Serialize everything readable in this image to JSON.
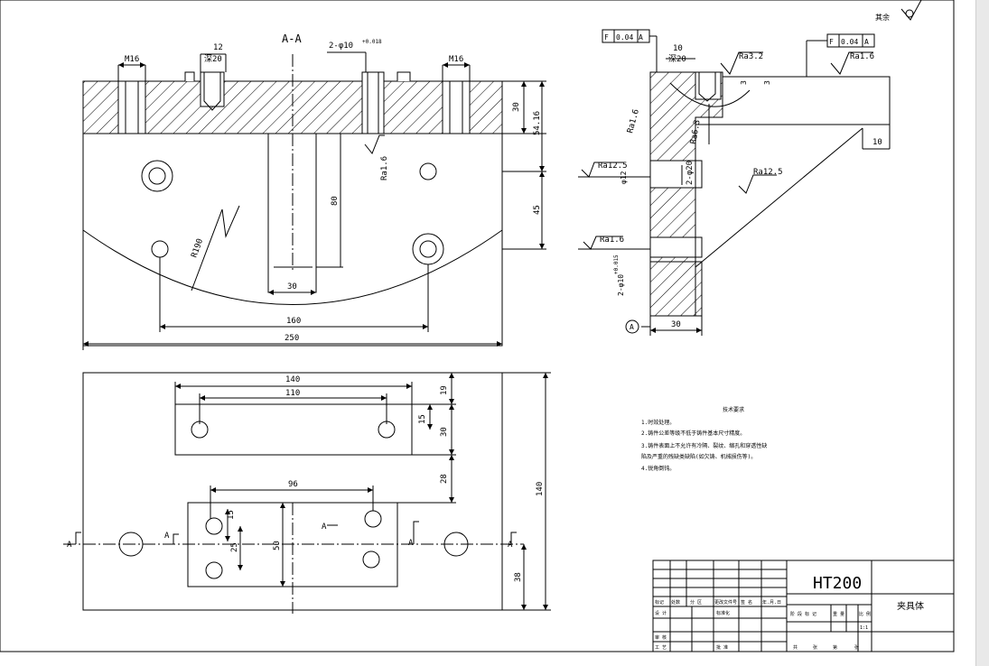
{
  "section_label": "A-A",
  "dims": {
    "m16": "M16",
    "d12": "12",
    "depth20": "深20",
    "hole_2phi10": "2-φ10",
    "tol_018": "+0.018",
    "d30_vert": "30",
    "d5416": "54.16",
    "d45": "45",
    "d80": "80",
    "d30_slot": "30",
    "d160": "160",
    "d250": "250",
    "r190": "R190",
    "ra16": "Ra1.6",
    "d140_top": "140",
    "d110": "110",
    "d19": "19",
    "d15a": "15",
    "d30b": "30",
    "d28": "28",
    "d140_side": "140",
    "d96": "96",
    "d15b": "15",
    "d25": "25",
    "d50": "50",
    "d38": "38",
    "cut_a": "A"
  },
  "side": {
    "ftol1": [
      "F",
      "0.04",
      "A"
    ],
    "ftol2": [
      "F",
      "0.04",
      "A"
    ],
    "d10": "10",
    "depth20": "深20",
    "ra32": "Ra3.2",
    "ra16b": "Ra1.6",
    "ra16c": "Ra1.6",
    "ra63": "Ra6.3",
    "d3a": "3",
    "d3b": "3",
    "d10b": "10",
    "ra125a": "Ra12.5",
    "phi12": "φ12",
    "phi20": "2-φ20",
    "ra125b": "Ra12.5",
    "ra16d": "Ra1.6",
    "phi10b": "2-φ10",
    "tol015": "+0.015",
    "datum": "A",
    "d30": "30",
    "rest": "其余"
  },
  "notes": {
    "title": "技术要求",
    "lines": [
      "1.时效处理。",
      "2.铸件公差等级不低于铸件基本尺寸精度。",
      "3.铸件表面上不允许有冷隔、裂纹、缩孔和穿透性缺",
      "陷及严重的残缺类缺陷(如欠铸、机械损伤等)。",
      "4.锐角倒钝。"
    ]
  },
  "title_block": {
    "material": "HT200",
    "part_name": "夹具体",
    "row_labels": [
      "标记",
      "处数",
      "分 区",
      "更改文件号",
      "签 名",
      "年.月.日"
    ],
    "designer": "设 计",
    "standard": "标准化",
    "review": "审 核",
    "process": "工 艺",
    "approve": "批 准",
    "stage": "阶 段 标 记",
    "weight": "重 量",
    "scale": "比 例",
    "scale_val": "1:1",
    "sheets": "共",
    "sheet": "张",
    "of": "第",
    "of_sheet": "张"
  }
}
